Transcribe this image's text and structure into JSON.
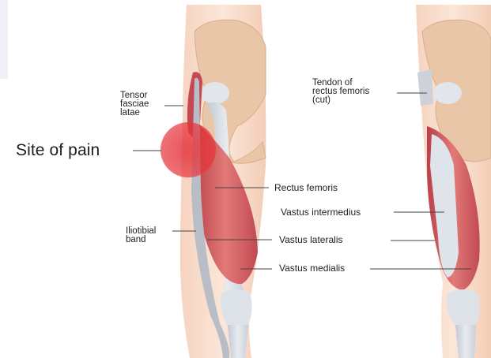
{
  "labels": {
    "tensor": "Tensor\nfasciae\nlatae",
    "site_of_pain": "Site of pain",
    "iliotibial": "Iliotibial\nband",
    "rectus_femoris": "Rectus femoris",
    "vastus_lateralis": "Vastus lateralis",
    "vastus_medialis": "Vastus medialis",
    "tendon": "Tendon of\nrectus femoris\n(cut)",
    "vastus_intermedius": "Vastus intermedius"
  },
  "colors": {
    "skin": "#f7d8c6",
    "bone": "#d5dae2",
    "pelvis": "#e8c4a5",
    "muscle": "#d35a5f",
    "pain": "#e23a40",
    "band": "#b7bcc6"
  }
}
